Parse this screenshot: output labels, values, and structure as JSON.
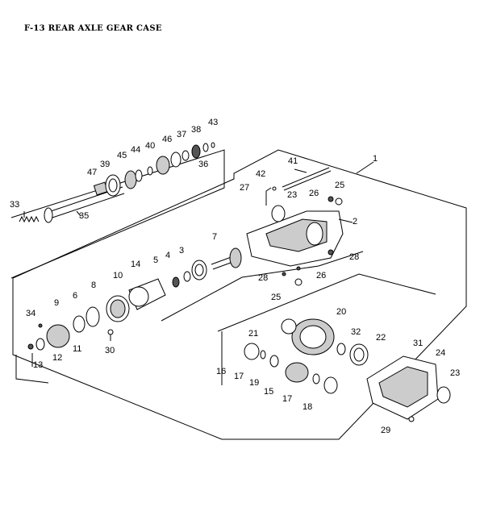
{
  "diagram": {
    "title": "F-13 REAR AXLE GEAR CASE",
    "callouts": [
      "1",
      "2",
      "3",
      "4",
      "5",
      "6",
      "7",
      "8",
      "9",
      "10",
      "11",
      "12",
      "13",
      "14",
      "15",
      "16",
      "17",
      "18",
      "19",
      "20",
      "21",
      "22",
      "23",
      "24",
      "25",
      "26",
      "27",
      "28",
      "29",
      "30",
      "31",
      "32",
      "33",
      "34",
      "35",
      "36",
      "37",
      "38",
      "39",
      "40",
      "41",
      "42",
      "43",
      "44",
      "45",
      "46",
      "47"
    ]
  }
}
